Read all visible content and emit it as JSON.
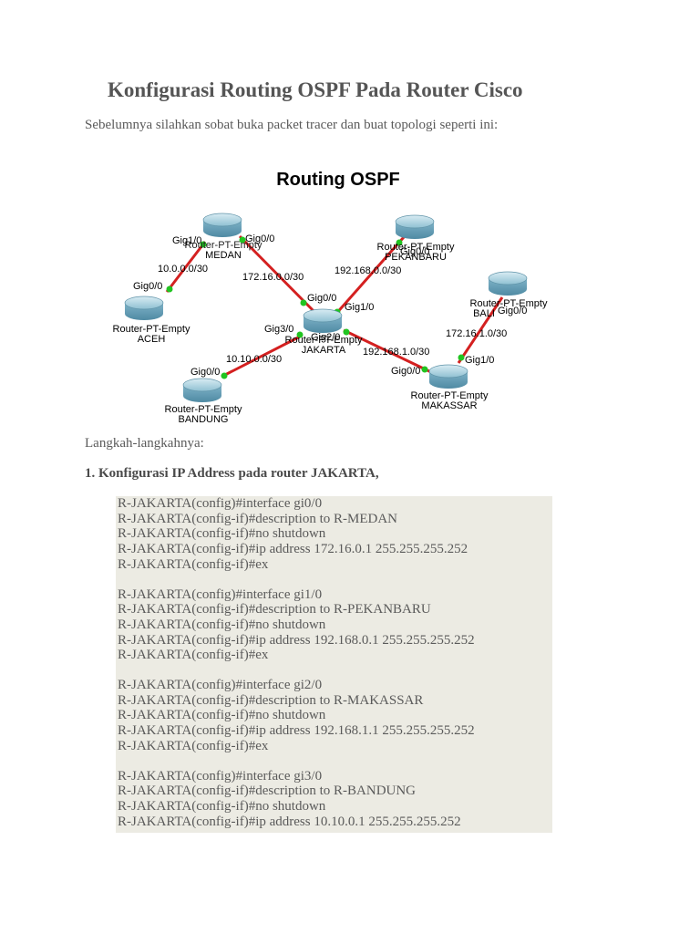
{
  "document": {
    "title": "Konfigurasi Routing OSPF Pada Router Cisco",
    "intro": "Sebelumnya silahkan sobat buka packet tracer dan buat topologi seperti ini:",
    "steps_label": "Langkah-langkahnya:",
    "step1_heading": "1. Konfigurasi IP Address pada router JAKARTA,"
  },
  "diagram": {
    "title": "Routing OSPF",
    "routers": [
      {
        "id": "medan",
        "model": "Router-PT-Empty",
        "name": "MEDAN"
      },
      {
        "id": "pekanbaru",
        "model": "Router-PT-Empty",
        "name": "PEKANBARU"
      },
      {
        "id": "aceh",
        "model": "Router-PT-Empty",
        "name": "ACEH"
      },
      {
        "id": "jakarta",
        "model": "Router-PT-Empty",
        "name": "JAKARTA"
      },
      {
        "id": "bali",
        "model": "Router-PT-Empty",
        "name": "BALI"
      },
      {
        "id": "bandung",
        "model": "Router-PT-Empty",
        "name": "BANDUNG"
      },
      {
        "id": "makassar",
        "model": "Router-PT-Empty",
        "name": "MAKASSAR"
      }
    ],
    "networks": [
      "10.0.0.0/30",
      "172.16.0.0/30",
      "192.168.0.0/30",
      "10.10.0.0/30",
      "192.168.1.0/30",
      "172.16.1.0/30"
    ],
    "ports": {
      "medan_gig1": "Gig1/0",
      "medan_gig0": "Gig0/0",
      "pekanbaru_gig0": "Gig0/0",
      "aceh_gig0": "Gig0/0",
      "jakarta_gig0": "Gig0/0",
      "jakarta_gig1": "Gig1/0",
      "jakarta_gig3": "Gig3/0",
      "jakarta_gig2": "Gig2/0",
      "bali_gig0": "Gig0/0",
      "makassar_gig1": "Gig1/0",
      "bandung_gig0": "Gig0/0",
      "makassar_gig0": "Gig0/0"
    },
    "colors": {
      "link": "#d42020",
      "link_light": "#21c421",
      "router_body": "#7fb3c8"
    }
  },
  "code_blocks": [
    [
      "R-JAKARTA(config)#interface gi0/0",
      "R-JAKARTA(config-if)#description to R-MEDAN",
      "R-JAKARTA(config-if)#no shutdown",
      "R-JAKARTA(config-if)#ip address 172.16.0.1 255.255.255.252",
      "R-JAKARTA(config-if)#ex"
    ],
    [
      "R-JAKARTA(config)#interface gi1/0",
      "R-JAKARTA(config-if)#description to R-PEKANBARU",
      "R-JAKARTA(config-if)#no shutdown",
      "R-JAKARTA(config-if)#ip address 192.168.0.1 255.255.255.252",
      "R-JAKARTA(config-if)#ex"
    ],
    [
      "R-JAKARTA(config)#interface gi2/0",
      "R-JAKARTA(config-if)#description to R-MAKASSAR",
      "R-JAKARTA(config-if)#no shutdown",
      "R-JAKARTA(config-if)#ip address 192.168.1.1 255.255.255.252",
      "R-JAKARTA(config-if)#ex"
    ],
    [
      "R-JAKARTA(config)#interface gi3/0",
      "R-JAKARTA(config-if)#description to R-BANDUNG",
      "R-JAKARTA(config-if)#no shutdown",
      "R-JAKARTA(config-if)#ip address 10.10.0.1 255.255.255.252"
    ]
  ]
}
